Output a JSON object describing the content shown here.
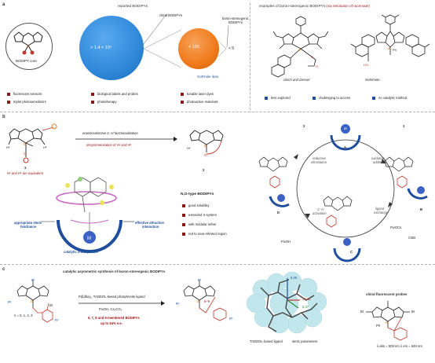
{
  "panel_a": {
    "letter": "a",
    "reported_title": "reported BODIPYs",
    "core_label": "BODIPY core",
    "big_value": "> 1.4 × 10⁴",
    "chiral_label": "chiral BODIPYs",
    "chiral_value": "< 100",
    "boron_label_1": "boron-stereogenic",
    "boron_label_2": "BODIPYs",
    "boron_value": "< 5",
    "source": "SciFinder data",
    "examples_title_a": "examples of boron-stereogenic BODIPYs ",
    "examples_title_b": "(via resolution of racemate)",
    "author_1": "Ulrich and Ziessel",
    "author_2": "Nishimoto",
    "applications": [
      "fluorescent sensors",
      "biological labels and probes",
      "tunable laser dyes",
      "triplet photosensitizers",
      "phototherapy",
      "photoactive materials"
    ],
    "challenges": [
      "less explored",
      "challenging to access",
      "no catalytic method"
    ],
    "colors": {
      "blue_sphere": "#2f88d9",
      "orange_sphere": "#f07a1a",
      "bullet_red": "#8b1a1a",
      "bullet_blue": "#1f4e9c"
    }
  },
  "panel_b": {
    "letter": "b",
    "arrow_top": "enantioselective C–H functionalization",
    "arrow_bottom": "desymmetrization of Hᵃ and Hᵇ",
    "equivalent": "Hᵃ and Hᵇ are equivalent",
    "steric": "appropriate steric",
    "steric2": "hindrance",
    "attractive": "effective attractive",
    "attractive2": "interaction",
    "pocket": "catalytic chiral pocket",
    "nno_title": "N,O-type BODIPYs",
    "props": [
      "good solubility",
      "extended π-system",
      "with modular tether",
      "red to near-infrared region"
    ],
    "cycle": {
      "A": "A",
      "B": "B",
      "C": "C",
      "D": "D",
      "step1": "1",
      "step2": "2",
      "reductive": "reductive",
      "elimination": "elimination",
      "oxidative": "oxidative",
      "addition": "addition",
      "ligand": "ligand",
      "exchange": "exchange",
      "ch": "C–H",
      "activation": "activation",
      "pivoh": "PivOH",
      "pivocs": "PivOCs",
      "csbr": "CsBr",
      "pd": "Pd",
      "m": "M",
      "br": "Br",
      "l": "L",
      "piv": "Piv"
    },
    "compound_1": "1",
    "compound_2": "2",
    "ha": "Hᵃ",
    "hb": "Hᵇ",
    "b_atom": "B",
    "o_atom": "O",
    "n_atom": "N"
  },
  "panel_c": {
    "letter": "c",
    "title": "catalytic asymmetric synthesis of boron-stereogenic BODIPYs",
    "reagent_1": "Pd(dba)₂, TADDOL-based phosphonite ligand",
    "reagent_2": "PivOH, Cs₂CO₃",
    "highlight_1": "6, 7, 8 and 9-membered BODIPYs",
    "highlight_2": "up to 94% e.e.",
    "n_values": "n = 0, 1, 2, 3",
    "ring_size": "6–9",
    "r1": "R¹",
    "r2": "R²",
    "r3": "R³",
    "val_1": "5.25",
    "val_2": "10.35",
    "val_3": "5.37",
    "taddol": "TADDOL-based ligand",
    "steric": "steric parameters",
    "probe_title": "chiral fluorescent probes",
    "abs": "λ abs = 609 nm",
    "em": "λ em = 646 nm",
    "br": "Br",
    "ph": "Ph",
    "b": "B",
    "o": "O",
    "n": "N"
  }
}
